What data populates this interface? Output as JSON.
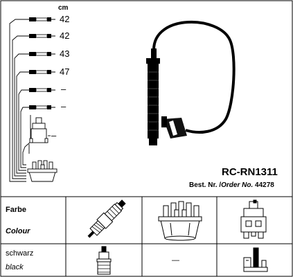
{
  "diagram": {
    "unit": "cm",
    "leads": [
      {
        "length": "42"
      },
      {
        "length": "42"
      },
      {
        "length": "43"
      },
      {
        "length": "47"
      },
      {
        "length": "–"
      },
      {
        "length": "–"
      },
      {
        "length": "–"
      }
    ],
    "product_code": "RC-RN1311",
    "order_prefix": "Best. Nr. /",
    "order_label": "Order No.",
    "order_number": "44278"
  },
  "table": {
    "header": {
      "label_de": "Farbe",
      "label_en": "Colour"
    },
    "row": {
      "label_de": "schwarz",
      "label_en": "black",
      "cap_value": "—"
    }
  },
  "icons": [
    "ignition-lead-icon",
    "spark-plug-icon",
    "distributor-cap-icon",
    "ignition-coil-icon",
    "spark-plug-boot-icon",
    "coil-boot-icon"
  ]
}
